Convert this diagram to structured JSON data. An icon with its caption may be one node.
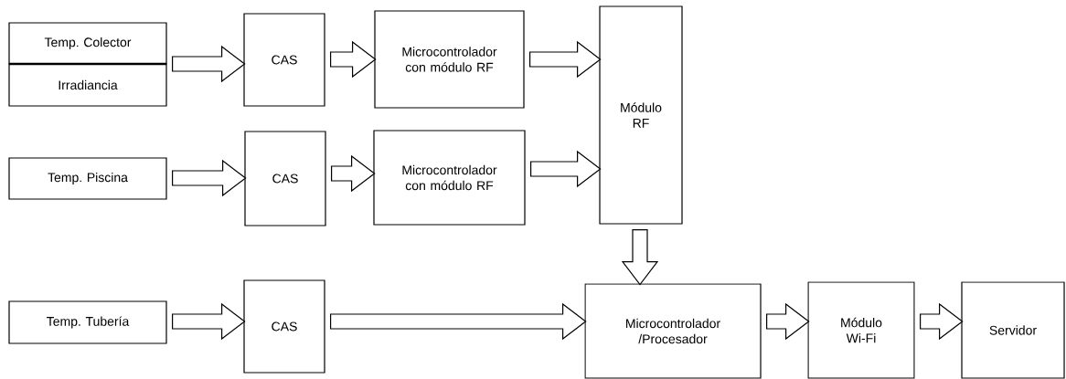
{
  "diagram": {
    "nodes": [
      {
        "text": [
          "Temp. Colector"
        ]
      },
      {
        "text": [
          "Irradiancia"
        ]
      },
      {
        "text": [
          "CAS"
        ]
      },
      {
        "text": [
          "Microcontrolador con módulo RF"
        ]
      },
      {
        "text": [
          "Módulo RF"
        ]
      },
      {
        "text": [
          "Temp. Piscina"
        ]
      },
      {
        "text": [
          "CAS"
        ]
      },
      {
        "text": [
          "Microcontrolador con módulo RF"
        ]
      },
      {
        "text": [
          "Temp. Tubería"
        ]
      },
      {
        "text": [
          "CAS"
        ]
      },
      {
        "text": [
          "Microcontrolador /Procesador"
        ]
      },
      {
        "text": [
          "Módulo Wi-Fi"
        ]
      },
      {
        "text": [
          "Servidor"
        ]
      }
    ],
    "edges": [
      {
        "from": 0,
        "to": 2,
        "arrow": "to"
      },
      {
        "from": 1,
        "to": 2,
        "arrow": "to"
      },
      {
        "from": 2,
        "to": 3,
        "arrow": "to"
      },
      {
        "from": 3,
        "to": 4,
        "arrow": "to"
      },
      {
        "from": 5,
        "to": 6,
        "arrow": "to"
      },
      {
        "from": 6,
        "to": 7,
        "arrow": "to"
      },
      {
        "from": 7,
        "to": 4,
        "arrow": "to"
      },
      {
        "from": 8,
        "to": 9,
        "arrow": "to"
      },
      {
        "from": 9,
        "to": 10,
        "arrow": "to"
      },
      {
        "from": 4,
        "to": 10,
        "arrow": "to"
      },
      {
        "from": 10,
        "to": 11,
        "arrow": "to"
      },
      {
        "from": 11,
        "to": 12,
        "arrow": "to"
      }
    ]
  }
}
